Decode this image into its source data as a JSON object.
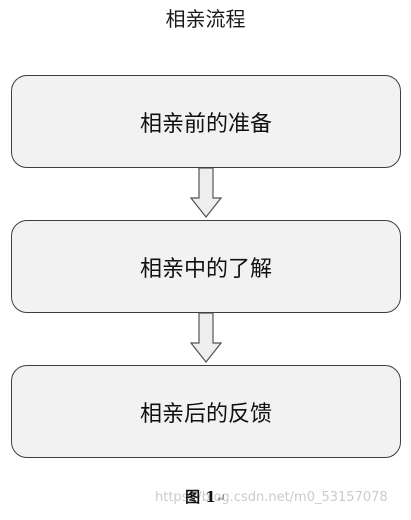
{
  "diagram": {
    "title": "相亲流程",
    "steps": [
      {
        "label": "相亲前的准备"
      },
      {
        "label": "相亲中的了解"
      },
      {
        "label": "相亲后的反馈"
      }
    ],
    "caption": "图  1",
    "caption_mark": "↵",
    "watermark": "https://blog.csdn.net/m0_53157078"
  },
  "colors": {
    "box_fill": "#f2f2f2",
    "box_border": "#3f3f3f",
    "arrow_fill": "#eeeeee",
    "arrow_stroke": "#555555"
  }
}
